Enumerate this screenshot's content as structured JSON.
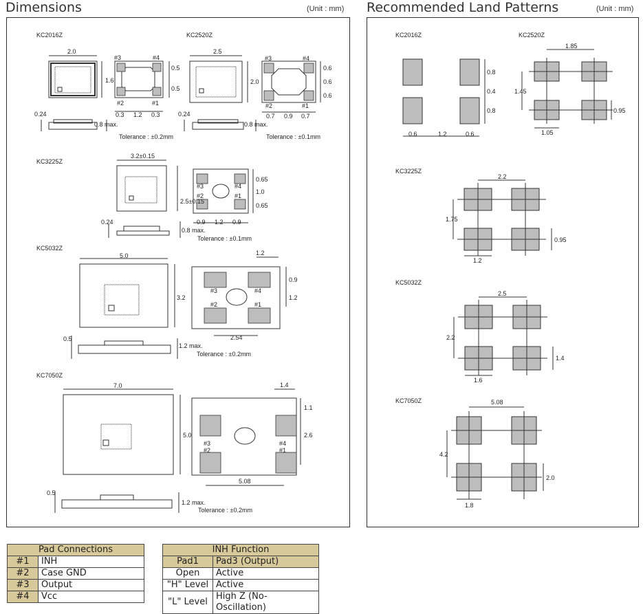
{
  "left_title": "Dimensions",
  "left_unit": "(Unit : mm)",
  "right_title": "Recommended Land Patterns",
  "right_unit": "(Unit : mm)",
  "dims": {
    "kc2016": {
      "name": "KC2016Z",
      "w": "2.0",
      "h": "1.6",
      "p1": "0.5",
      "p2": "0.5",
      "bx1": "0.3",
      "bx2": "1.2",
      "bx3": "0.3",
      "side1": "0.24",
      "side2": "0.8 max.",
      "tol": "Tolerance : ±0.2mm"
    },
    "kc2520": {
      "name": "KC2520Z",
      "w": "2.5",
      "h": "2.0",
      "p1": "0.6",
      "p2": "0.6",
      "p3": "0.6",
      "bx1": "0.7",
      "bx2": "0.9",
      "bx3": "0.7",
      "side1": "0.24",
      "side2": "0.8 max.",
      "tol": "Tolerance : ±0.1mm"
    },
    "kc3225": {
      "name": "KC3225Z",
      "w": "3.2±0.15",
      "h": "2.5±0.15",
      "p1": "0.65",
      "p2": "1.0",
      "p3": "0.65",
      "bx1": "0.9",
      "bx2": "1.2",
      "bx3": "0.9",
      "side1": "0.24",
      "side2": "0.8 max.",
      "tol": "Tolerance : ±0.1mm"
    },
    "kc5032": {
      "name": "KC5032Z",
      "w": "5.0",
      "h": "3.2",
      "pw": "1.2",
      "p1": "0.9",
      "p2": "1.2",
      "bx": "2.54",
      "side1": "0.5",
      "side2": "1.2 max.",
      "tol": "Tolerance : ±0.2mm"
    },
    "kc7050": {
      "name": "KC7050Z",
      "w": "7.0",
      "h": "5.0",
      "pw": "1.4",
      "p1": "1.1",
      "p2": "2.6",
      "bx": "5.08",
      "side1": "0.5",
      "side2": "1.2 max.",
      "tol": "Tolerance : ±0.2mm"
    },
    "pins": {
      "p1": "#1",
      "p2": "#2",
      "p3": "#3",
      "p4": "#4"
    }
  },
  "land": {
    "kc2016": {
      "name": "KC2016Z",
      "a": "0.6",
      "b": "1.2",
      "c": "0.6",
      "d": "0.8",
      "e": "0.4",
      "f": "0.8"
    },
    "kc2520": {
      "name": "KC2520Z",
      "top": "1.85",
      "left": "1.45",
      "bot": "1.05",
      "right": "0.95"
    },
    "kc3225": {
      "name": "KC3225Z",
      "top": "2.2",
      "left": "1.75",
      "bot": "1.2",
      "right": "0.95"
    },
    "kc5032": {
      "name": "KC5032Z",
      "top": "2.5",
      "left": "2.2",
      "bot": "1.6",
      "right": "1.4"
    },
    "kc7050": {
      "name": "KC7050Z",
      "top": "5.08",
      "left": "4.2",
      "bot": "1.8",
      "right": "2.0"
    }
  },
  "pad_table": {
    "header": "Pad Connections",
    "rows": [
      [
        "#1",
        "INH"
      ],
      [
        "#2",
        "Case GND"
      ],
      [
        "#3",
        "Output"
      ],
      [
        "#4",
        "Vcc"
      ]
    ]
  },
  "inh_table": {
    "header": "INH Function",
    "rows": [
      [
        "Pad1",
        "Pad3 (Output)"
      ],
      [
        "Open",
        "Active"
      ],
      [
        "\"H\" Level",
        "Active"
      ],
      [
        "\"L\" Level",
        "High Z (No-Oscillation)"
      ]
    ]
  },
  "colors": {
    "pad": "#bdbdbd",
    "header": "#d8c99a",
    "line": "#333333"
  }
}
